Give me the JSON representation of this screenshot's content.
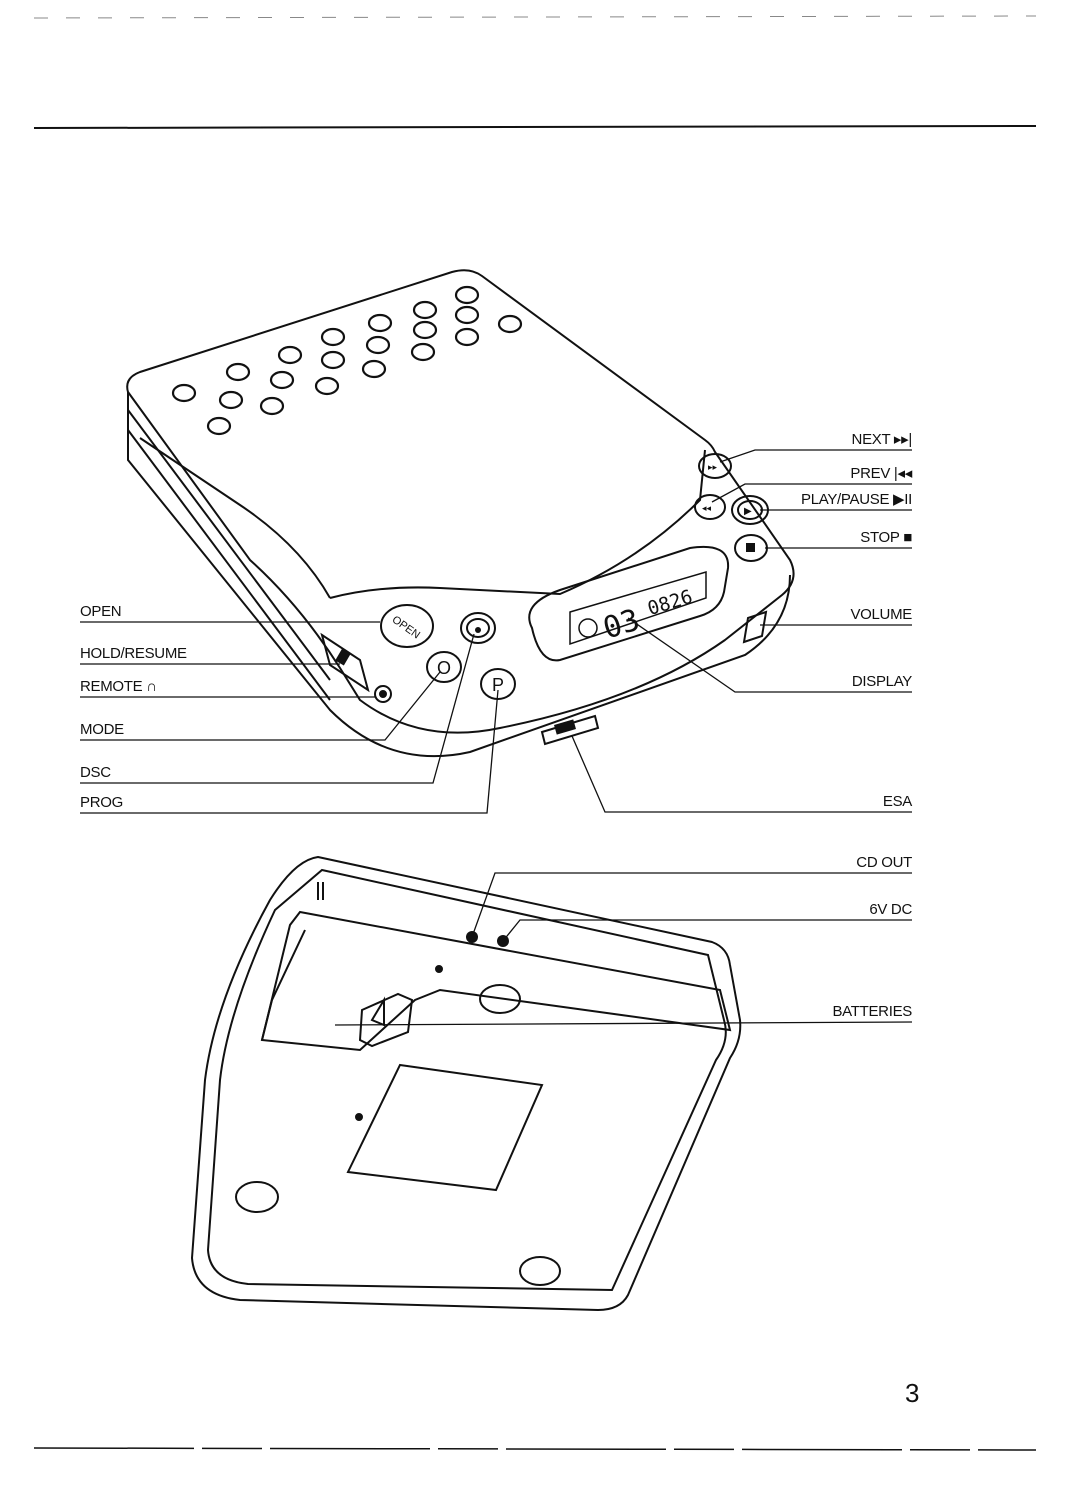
{
  "page_number": "3",
  "display_readout": {
    "track": "03",
    "time": "0826"
  },
  "button_labels": {
    "open": "OPEN",
    "mode_symbol": "O",
    "prog_symbol": "P"
  },
  "labels_left": {
    "open": "OPEN",
    "hold_resume": "HOLD/RESUME",
    "remote": "REMOTE ∩",
    "mode": "MODE",
    "dsc": "DSC",
    "prog": "PROG"
  },
  "labels_right": {
    "next": "NEXT ▸▸|",
    "prev": "PREV |◂◂",
    "play_pause": "PLAY/PAUSE ▶II",
    "stop": "STOP ■",
    "volume": "VOLUME",
    "display": "DISPLAY",
    "esa": "ESA",
    "cd_out": "CD OUT",
    "dc_in": "6V DC",
    "batteries": "BATTERIES"
  }
}
